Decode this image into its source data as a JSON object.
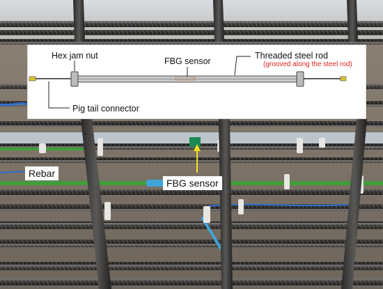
{
  "inset": {
    "hex_jam_nut": "Hex jam nut",
    "fbg_sensor": "FBG sensor",
    "threaded_steel_rod": "Threaded steel rod",
    "grooved_note": "(grooved along the steel rod)",
    "pig_tail_connector": "Pig tail connector"
  },
  "photo_labels": {
    "rebar": "Rebar",
    "fbg_sensor": "FBG sensor"
  },
  "colors": {
    "sensor_pointer": "#f2e21a",
    "grooved_note": "#e0221f",
    "fiber_green": "#3f9e3a",
    "fiber_blue": "#2f6fd0"
  }
}
